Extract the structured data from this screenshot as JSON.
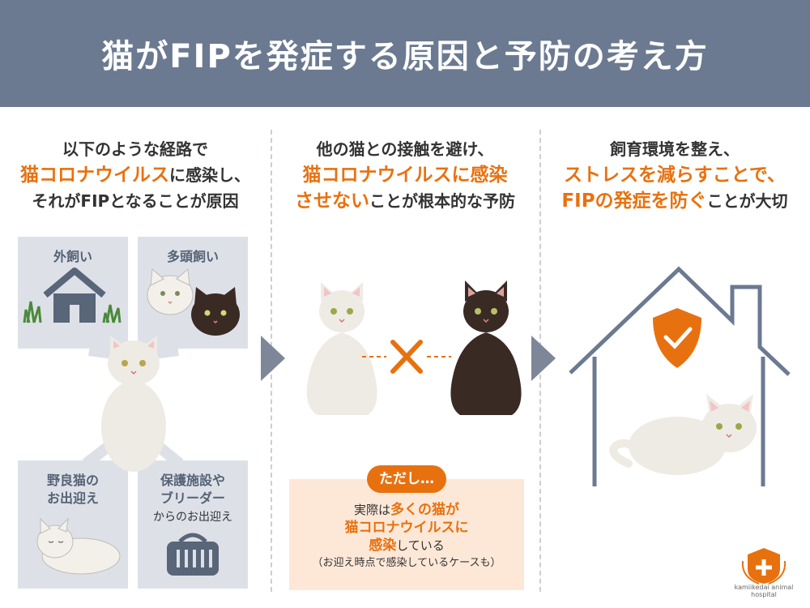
{
  "title": "猫がFIPを発症する原因と予防の考え方",
  "cause": {
    "line1": "以下のような経路で",
    "line2_hl": "猫コロナウイルス",
    "line2_rest": "に感染し、",
    "line3": "それがFIPとなることが原因",
    "tiles": {
      "outdoor": "外飼い",
      "multi": "多頭飼い",
      "stray_1": "野良猫の",
      "stray_2": "お出迎え",
      "shelter_hl": "保護施設",
      "shelter_ya": "や",
      "shelter_breeder": "ブリーダー",
      "shelter_rest": "からのお出迎え"
    }
  },
  "prevent": {
    "line1": "他の猫との接触を避け、",
    "line2_hl": "猫コロナウイルスに感染",
    "line3_hl": "させない",
    "line3_rest": "ことが根本的な予防",
    "caution_tag": "ただし…",
    "caution_l1_pre": "実際は",
    "caution_l1_hl": "多くの猫が",
    "caution_l2_hl": "猫コロナウイルスに",
    "caution_l3_hl": "感染",
    "caution_l3_rest": "している",
    "caution_note": "（お迎え時点で感染しているケースも）"
  },
  "environment": {
    "line1": "飼育環境を整え、",
    "line2_hl": "ストレスを減らすことで、",
    "line3_hl": "FIPの発症を防ぐ",
    "line3_rest": "ことが大切"
  },
  "logo": {
    "text": "kamiikedai animal hospital"
  },
  "colors": {
    "header": "#6b7a91",
    "accent": "#e8710f",
    "tile": "#dde1e7",
    "caution_bg": "#fde8d8"
  }
}
